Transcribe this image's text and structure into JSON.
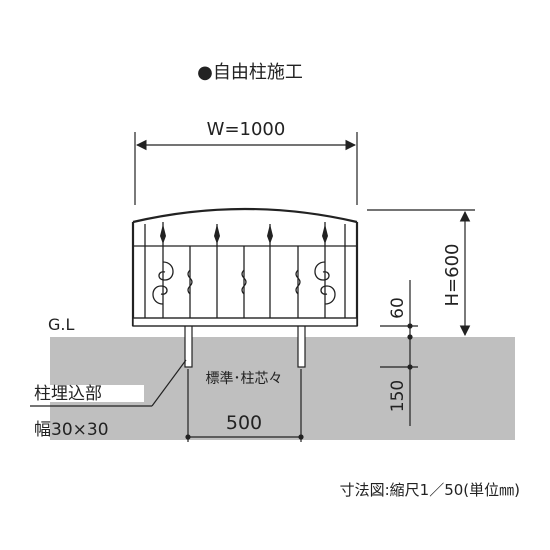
{
  "title": "●自由柱施工",
  "width_label": "W=1000",
  "height_label": "H=600",
  "ground_label": "G.L",
  "above_ground_label": "60",
  "below_ground_label": "150",
  "post_spacing_note": "標準･柱芯々",
  "post_spacing_value": "500",
  "embed_label_line1": "柱埋込部",
  "embed_label_line2": "幅30×30",
  "scale_note": "寸法図:縮尺1／50(単位㎜)",
  "colors": {
    "ground": "#bfbfbf",
    "line": "#222222",
    "fence_fill": "#ffffff"
  }
}
